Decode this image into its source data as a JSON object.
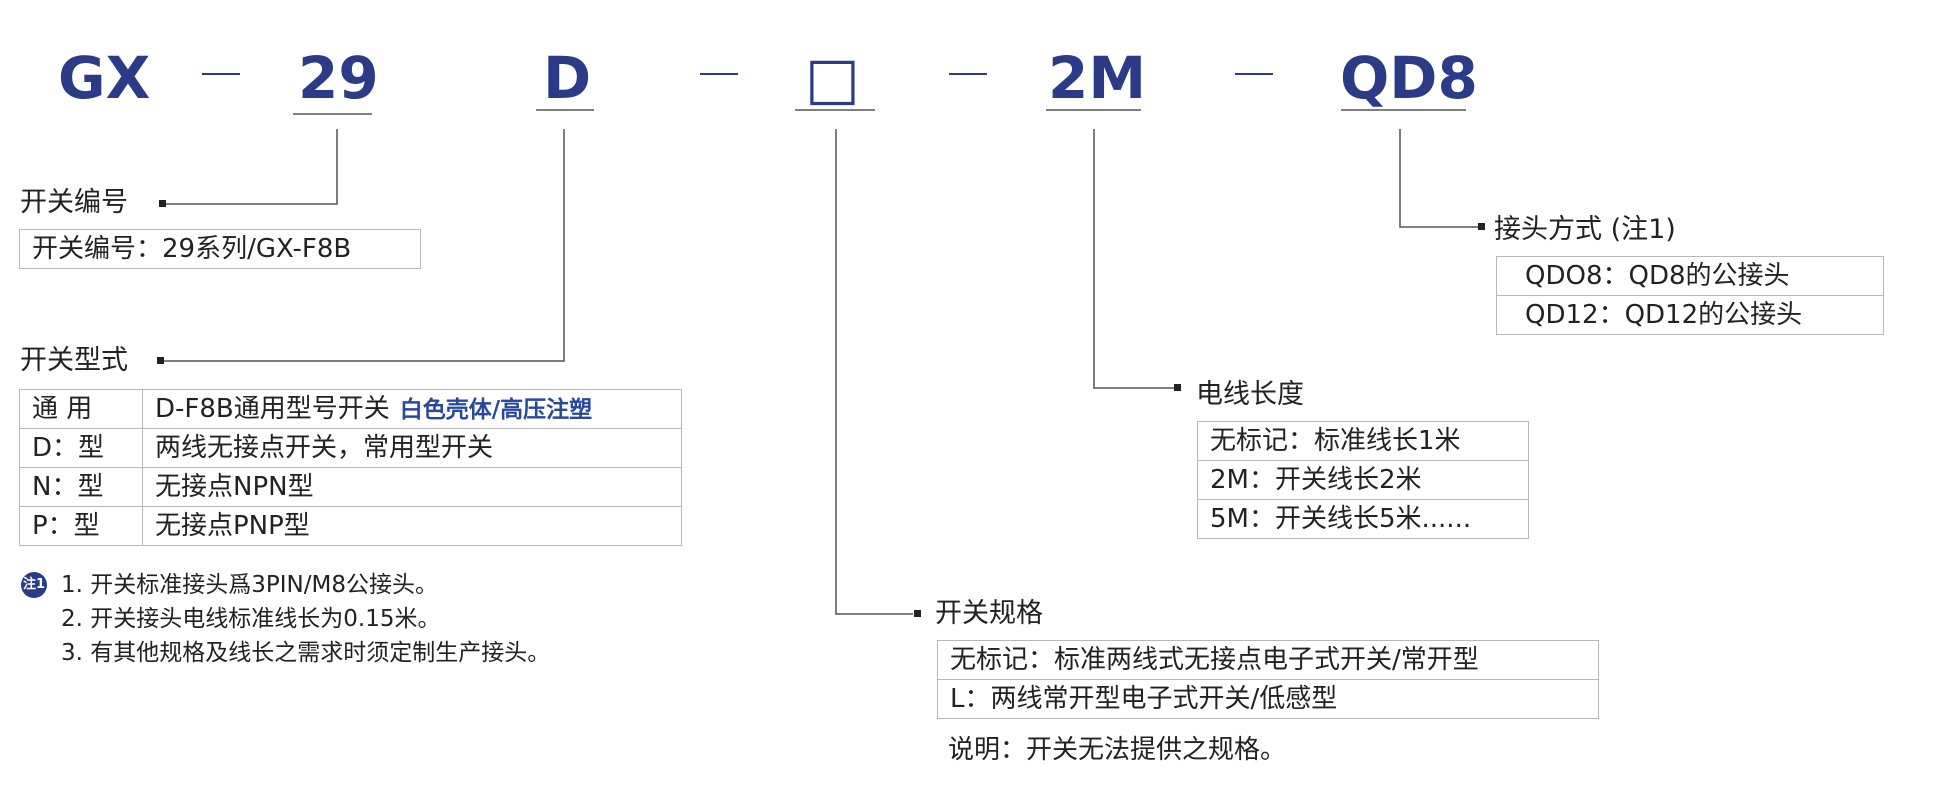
{
  "code": {
    "parts": [
      "GX",
      "29",
      "D",
      "□",
      "2M",
      "QD8"
    ]
  },
  "sections": {
    "switch_no": {
      "title": "开关编号",
      "rows": [
        [
          "开关编号：29系列/GX-F8B"
        ]
      ]
    },
    "switch_type": {
      "title": "开关型式",
      "rows": [
        [
          "通 用",
          "D-F8B通用型号开关",
          "白色壳体/高压注塑"
        ],
        [
          "D：型",
          "两线无接点开关，常用型开关"
        ],
        [
          "N：型",
          "无接点NPN型"
        ],
        [
          "P：型",
          "无接点PNP型"
        ]
      ]
    },
    "switch_spec": {
      "title": "开关规格",
      "rows": [
        [
          "无标记：标准两线式无接点电子式开关/常开型"
        ],
        [
          "L：两线常开型电子式开关/低感型"
        ]
      ],
      "note": "说明：开关无法提供之规格。"
    },
    "wire_length": {
      "title": "电线长度",
      "rows": [
        [
          "无标记：标准线长1米"
        ],
        [
          "2M：开关线长2米"
        ],
        [
          "5M：开关线长5米......"
        ]
      ]
    },
    "connector": {
      "title": "接头方式 (注1)",
      "rows": [
        [
          "QDO8：QD8的公接头"
        ],
        [
          "QD12：QD12的公接头"
        ]
      ]
    }
  },
  "notes": {
    "badge": "注1",
    "items": [
      "1. 开关标准接头爲3PIN/M8公接头。",
      "2. 开关接头电线标准线长为0.15米。",
      "3. 有其他规格及线长之需求时须定制生产接头。"
    ]
  },
  "colors": {
    "code_blue": "#2b3b87",
    "highlight_blue": "#2848a0",
    "line_gray": "#555555",
    "border_gray": "#b8b8b8"
  }
}
